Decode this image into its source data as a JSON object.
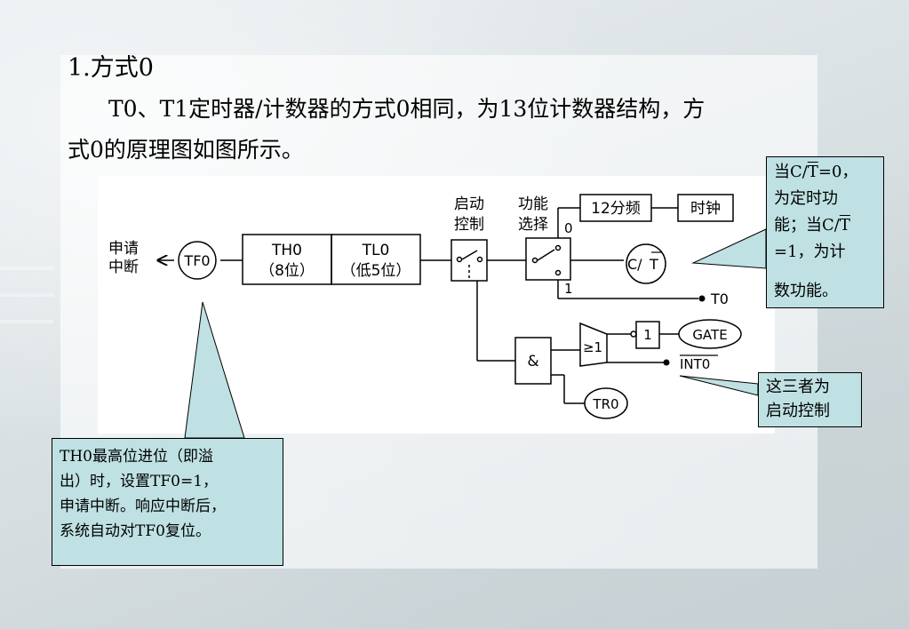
{
  "heading": "1.方式0",
  "paragraph": {
    "line1": "T0、T1定时器/计数器的方式0相同，为13位计数器结构，方",
    "line2": "式0的原理图如图所示。"
  },
  "diagram": {
    "interrupt_request": [
      "申请",
      "中断"
    ],
    "tf0": "TF0",
    "th0": {
      "name": "TH0",
      "bits": "（8位）"
    },
    "tl0": {
      "name": "TL0",
      "bits": "（低5位）"
    },
    "start_control": [
      "启动",
      "控制"
    ],
    "function_select": [
      "功能",
      "选择"
    ],
    "prescaler": "12分频",
    "clock": "时钟",
    "switch_0": "0",
    "switch_1": "1",
    "ct_pre": "C/",
    "ct_t": "T",
    "t0_pin": "T0",
    "and_gate": "&",
    "or_gate": "≥1",
    "not_gate": "1",
    "gate": "GATE",
    "int0": "INT0",
    "tr0": "TR0"
  },
  "callouts": {
    "ct": {
      "l1_pre": "当C/",
      "l1_t": "T",
      "l1_post": "=0，",
      "l2": "为定时功",
      "l3_pre": "能；当C/",
      "l3_t": "T",
      "l4": "=1，为计",
      "l5": "数功能。"
    },
    "three": {
      "l1": "这三者为",
      "l2": "启动控制"
    },
    "th0": {
      "l1": "TH0最高位进位（即溢",
      "l2": "出）时，设置TF0=1，",
      "l3": "申请中断。响应中断后，",
      "l4": "系统自动对TF0复位。"
    }
  },
  "colors": {
    "callout_fill": "#bfe1e3"
  }
}
